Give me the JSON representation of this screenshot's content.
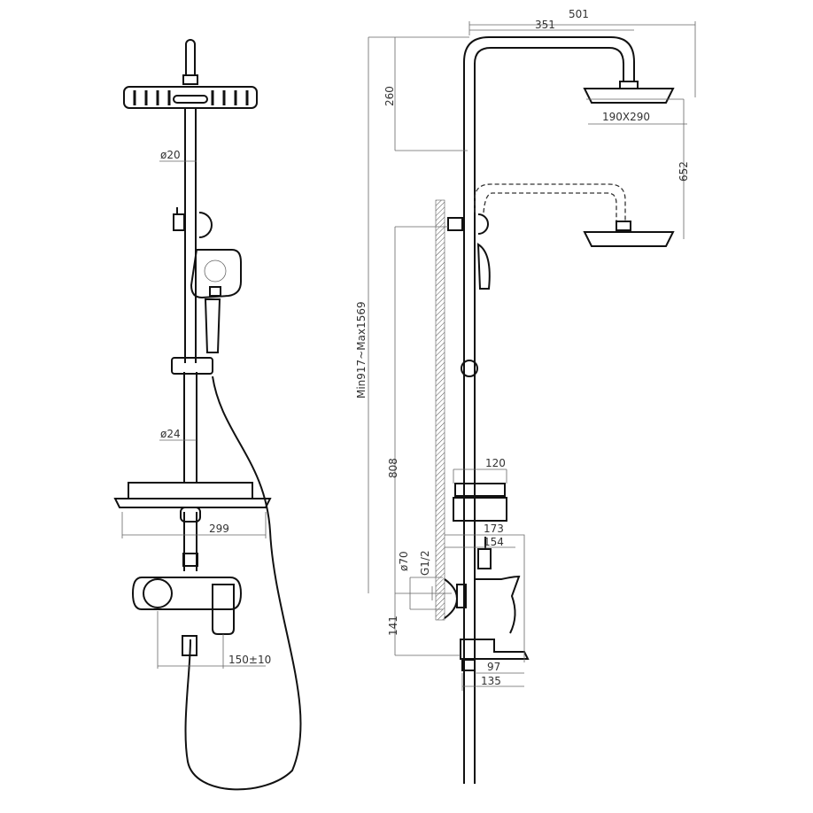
{
  "front_view": {
    "pipe_upper_diameter": "ø20",
    "pipe_lower_diameter": "ø24",
    "shelf_width": "299",
    "outlet_spacing": "150±10"
  },
  "side_view": {
    "overall_width": "501",
    "arm_length": "351",
    "arm_height": "260",
    "head_travel": "652",
    "head_size": "190X290",
    "height_range": "Min917~Max1569",
    "mixer_to_shelf": "808",
    "shelf_depth": "120",
    "depth_173": "173",
    "depth_154": "154",
    "flange_diameter": "ø70",
    "thread": "G1/2",
    "spout_height": "141",
    "spout_97": "97",
    "spout_135": "135"
  }
}
